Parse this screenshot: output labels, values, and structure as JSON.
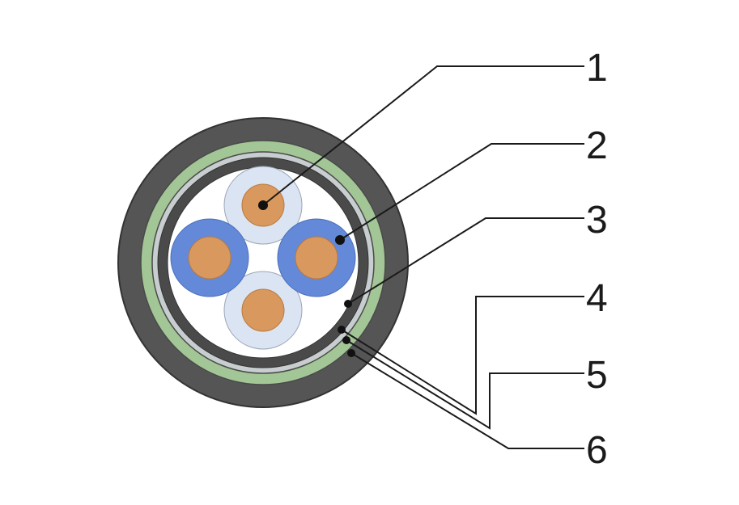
{
  "callouts": [
    {
      "number": "1"
    },
    {
      "number": "2"
    },
    {
      "number": "3"
    },
    {
      "number": "4"
    },
    {
      "number": "5"
    },
    {
      "number": "6"
    }
  ],
  "colors": {
    "outer_sheath": "#555555",
    "armour": "#a3c696",
    "separator": "#c8cdd0",
    "inner_sheath": "#4a4a4a",
    "filler": "#ffffff",
    "conductor": "#d9995e",
    "insulation_light": "#dbe4f2",
    "insulation_blue": "#6389d8",
    "leader_line": "#1a1a1a"
  }
}
